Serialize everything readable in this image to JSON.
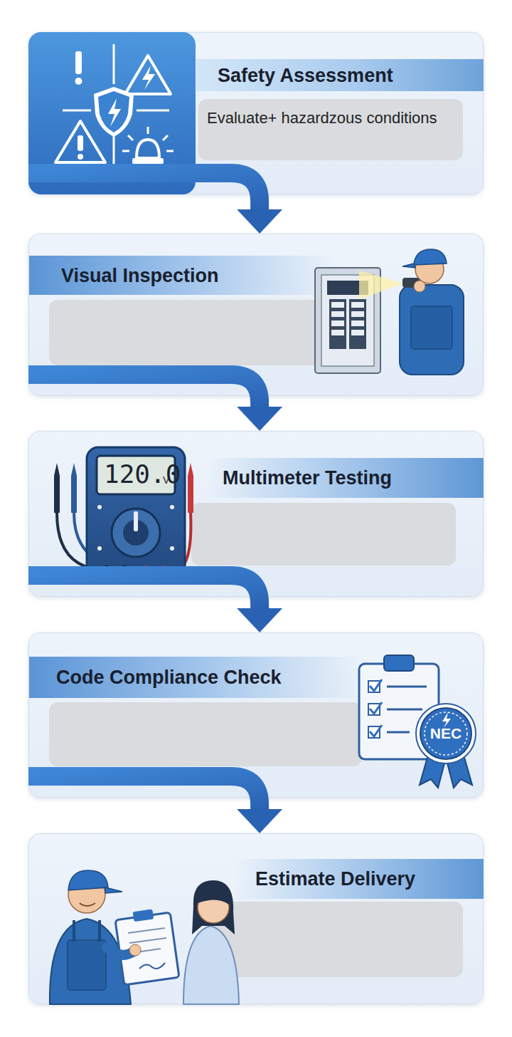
{
  "diagram": {
    "nodes": [
      {
        "text": [
          "Safety Assessment",
          "Evaluate+ hazardzous conditions"
        ]
      },
      {
        "text": [
          "Visual Inspection"
        ]
      },
      {
        "text": [
          "Multimeter Testing"
        ]
      },
      {
        "text": [
          "Code Compliance Check"
        ]
      },
      {
        "text": [
          "Estimate Delivery"
        ]
      }
    ],
    "edges": [
      {
        "from": 0,
        "to": 1,
        "arrow": "to"
      },
      {
        "from": 1,
        "to": 2,
        "arrow": "to"
      },
      {
        "from": 2,
        "to": 3,
        "arrow": "to"
      },
      {
        "from": 3,
        "to": 4,
        "arrow": "to"
      }
    ],
    "labels": [
      "120.0",
      "V",
      "NEC"
    ]
  }
}
